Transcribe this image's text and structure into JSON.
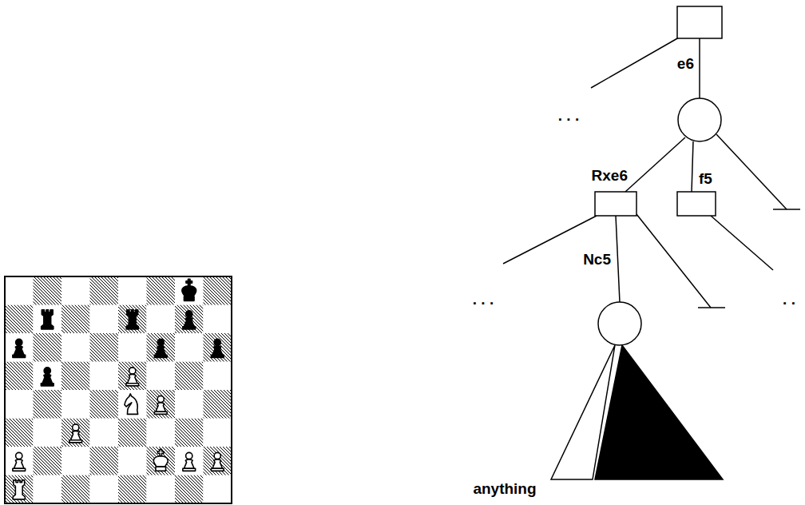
{
  "diagram": {
    "labels": [
      "e6",
      ". . .",
      "Rxe6",
      "f5",
      "Nc5",
      ". . .",
      ". .",
      "anything"
    ]
  }
}
